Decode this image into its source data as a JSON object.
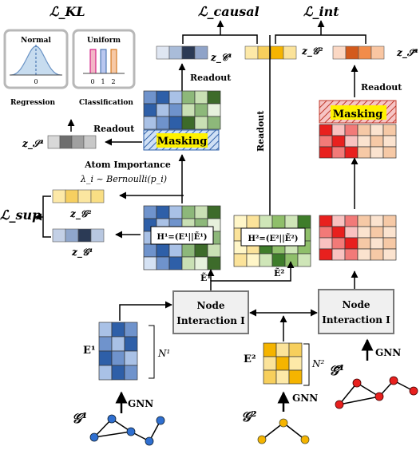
{
  "losses": {
    "kl": "ℒ_KL",
    "causal": "ℒ_causal",
    "int": "ℒ_int",
    "sup": "ℒ_sup"
  },
  "priors": {
    "normal_title": "Normal",
    "normal_tick": "0",
    "normal_caption": "Regression",
    "uniform_title": "Uniform",
    "uniform_ticks": [
      "0",
      "1",
      "2"
    ],
    "uniform_caption": "Classification"
  },
  "labels": {
    "readout": "Readout",
    "masking": "Masking",
    "atom_importance": "Atom Importance",
    "bernoulli": "λ_i ~ Bernoulli(p_i)",
    "node_interaction": [
      "Node",
      "Interaction I"
    ],
    "gnn": "GNN",
    "h1": "H¹=(E¹||Ẽ¹)",
    "h2": "H²=(E²||Ẽ²)",
    "e1": "E¹",
    "e2": "E²",
    "e1_tilde": "Ẽ¹",
    "e2_tilde": "Ẽ²",
    "n1": "N¹",
    "n2": "N²",
    "graph1": "𝒢¹",
    "graph2": "𝒢²",
    "graph1_tilde": "𝒢̃¹"
  },
  "vectors": {
    "z_c1": "z_𝒞¹",
    "z_g2_top": "z_𝒢²",
    "z_s1_top": "z_𝒮̃¹",
    "z_s1_left": "z_𝒮¹",
    "z_g2_left": "z_𝒢²",
    "z_g1_left": "z_𝒢¹"
  },
  "colors": {
    "blue_dark": "#2e5fa8",
    "blue_mid": "#6f93cc",
    "green": "#8db87a",
    "green_dark": "#3d6b2a",
    "red": "#e8201e",
    "orange": "#f5b84a",
    "yellow": "#fff200"
  }
}
